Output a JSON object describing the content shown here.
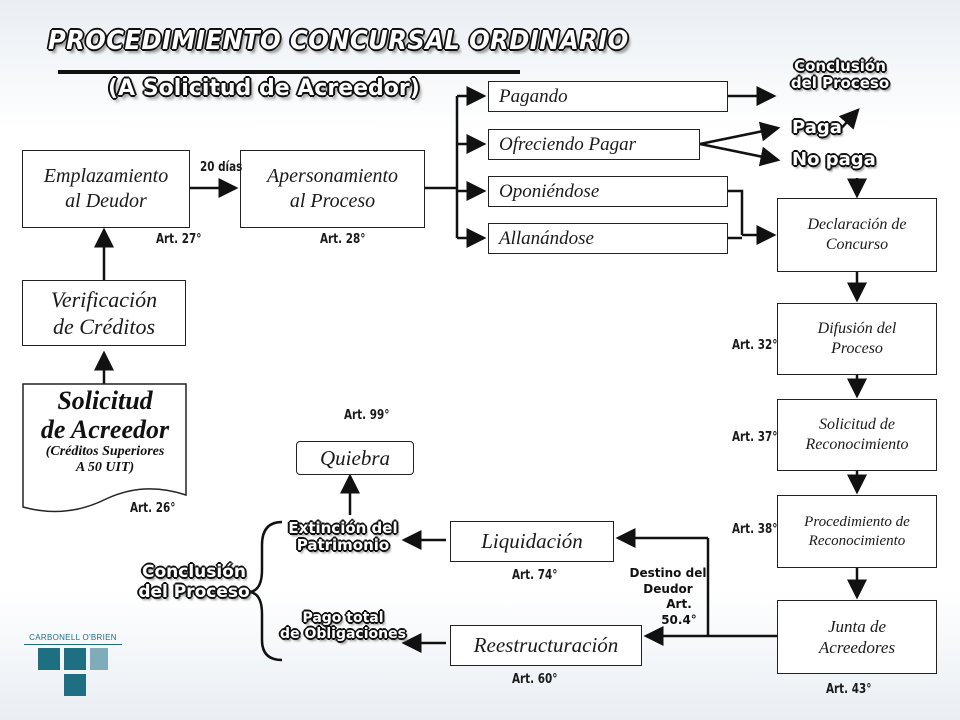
{
  "title": "PROCEDIMIENTO CONCURSAL ORDINARIO",
  "subtitle": "(A Solicitud  de Acreedor)",
  "boxes": {
    "emplazamiento": [
      "Emplazamiento",
      "al Deudor"
    ],
    "apersonamiento": [
      "Apersonamiento",
      "al Proceso"
    ],
    "verificacion": [
      "Verificación",
      "de Créditos"
    ],
    "solicitud": {
      "line1": "Solicitud",
      "line2": "de Acreedor",
      "line3": "(Créditos Superiores",
      "line4": "A 50 UIT)"
    },
    "pagando": "Pagando",
    "ofreciendo": "Ofreciendo Pagar",
    "oponiendose": "Oponiéndose",
    "allanandose": "Allanándose",
    "declaracion": [
      "Declaración de",
      "Concurso"
    ],
    "difusion": [
      "Difusión del",
      "Proceso"
    ],
    "solicitud_rec": [
      "Solicitud de",
      "Reconocimiento"
    ],
    "procedimiento_rec": [
      "Procedimiento de",
      "Reconocimiento"
    ],
    "junta": [
      "Junta de",
      "Acreedores"
    ],
    "liquidacion": "Liquidación",
    "reestructuracion": "Reestructuración",
    "quiebra": "Quiebra"
  },
  "notes": {
    "dias": "20 días",
    "art27": "Art. 27°",
    "art28": "Art. 28°",
    "art26": "Art. 26°",
    "art32": "Art. 32°",
    "art37": "Art. 37°",
    "art38": "Art. 38°",
    "art43": "Art. 43°",
    "art99": "Art. 99°",
    "art74": "Art. 74°",
    "art60": "Art. 60°",
    "destino": [
      "Destino del",
      "Deudor",
      "Art. 50.4°"
    ]
  },
  "highlights": {
    "conclusion_top": [
      "Conclusión",
      "del Proceso"
    ],
    "paga": "Paga",
    "no_paga": "No paga",
    "extincion": [
      "Extinción del",
      "Patrimonio"
    ],
    "pago_total": [
      "Pago total",
      "de Obligaciones"
    ],
    "conclusion_left": [
      "Conclusión",
      "del Proceso"
    ]
  },
  "logo": {
    "name": "CARBONELL O'BRIEN"
  },
  "colors": {
    "logo_teal": "#1f6f83",
    "line": "#111111"
  }
}
